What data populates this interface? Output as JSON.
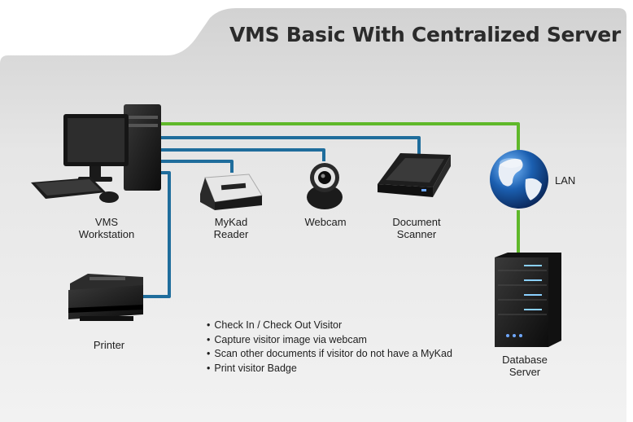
{
  "title": "VMS Basic With Centralized Server",
  "devices": {
    "workstation": {
      "line1": "VMS",
      "line2": "Workstation",
      "icon": "desktop-computer-icon"
    },
    "mykad_reader": {
      "line1": "MyKad",
      "line2": "Reader",
      "icon": "card-reader-icon"
    },
    "webcam": {
      "line1": "Webcam",
      "icon": "webcam-icon"
    },
    "scanner": {
      "line1": "Document",
      "line2": "Scanner",
      "icon": "scanner-icon"
    },
    "lan": {
      "line1": "LAN",
      "icon": "globe-icon"
    },
    "printer": {
      "line1": "Printer",
      "icon": "printer-icon"
    },
    "database_server": {
      "line1": "Database",
      "line2": "Server",
      "icon": "server-icon"
    }
  },
  "features": [
    "Check In / Check Out Visitor",
    "Capture visitor image via webcam",
    "Scan other documents if visitor do not have a MyKad",
    "Print visitor Badge"
  ],
  "colors": {
    "lan_link": "#5fb82a",
    "usb_link": "#1f6d9c",
    "panel": "#e4e4e4",
    "title_text": "#2b2b2b"
  }
}
